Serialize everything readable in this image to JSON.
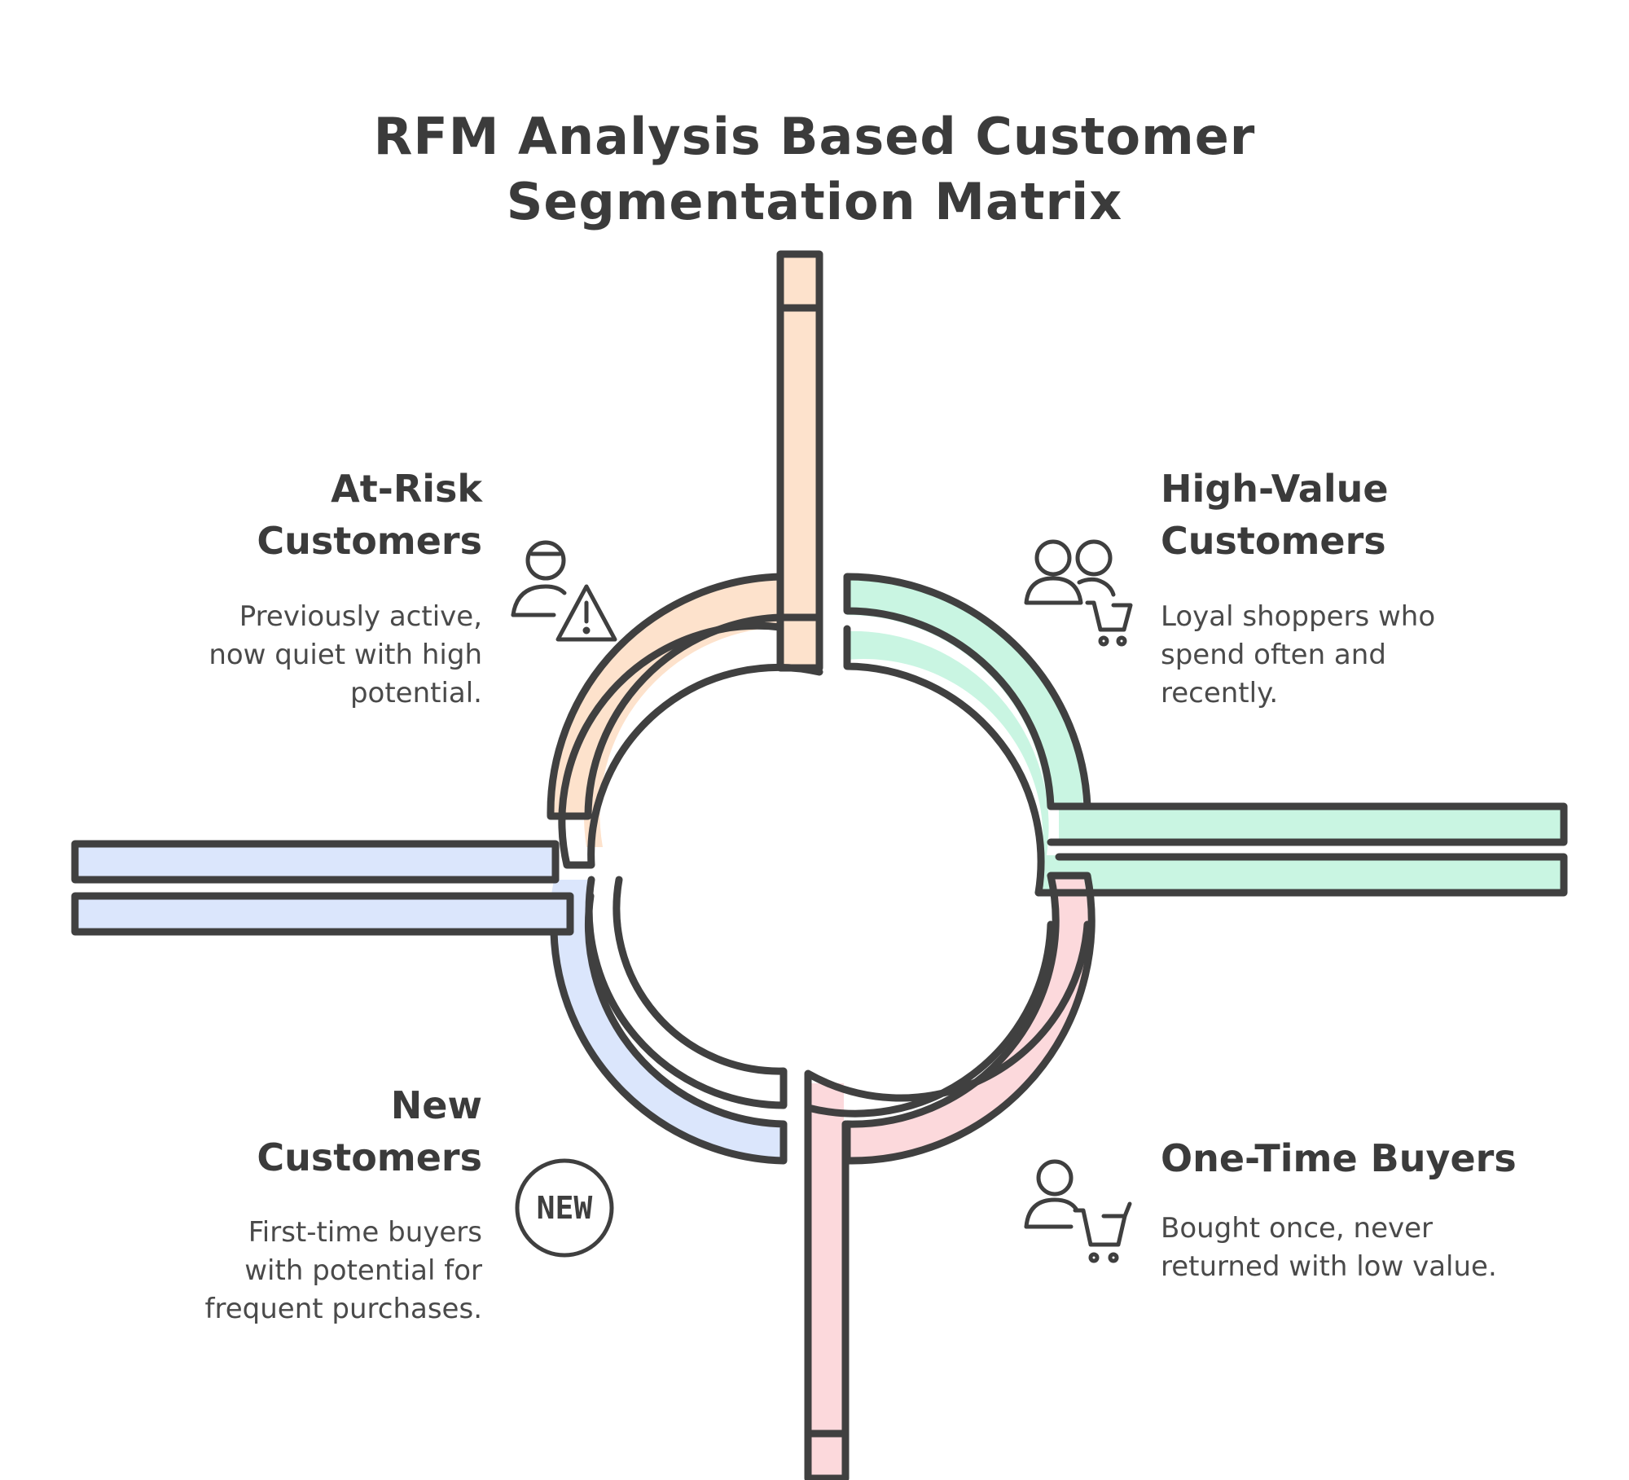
{
  "title": {
    "line1": "RFM Analysis Based Customer",
    "line2": "Segmentation Matrix"
  },
  "segments": {
    "at_risk": {
      "title_line1": "At-Risk",
      "title_line2": "Customers",
      "desc_line1": "Previously active,",
      "desc_line2": "now quiet with high",
      "desc_line3": "potential.",
      "icon": "person-warning-icon",
      "color": "#fde2cc"
    },
    "high_value": {
      "title_line1": "High-Value",
      "title_line2": "Customers",
      "desc_line1": "Loyal shoppers who",
      "desc_line2": "spend often and",
      "desc_line3": "recently.",
      "icon": "people-cart-icon",
      "color": "#c9f5e2"
    },
    "new": {
      "title_line1": "New",
      "title_line2": "Customers",
      "desc_line1": "First-time buyers",
      "desc_line2": "with potential for",
      "desc_line3": "frequent purchases.",
      "icon": "new-badge-icon",
      "icon_text": "NEW",
      "color": "#dbe6fc"
    },
    "one_time": {
      "title": "One-Time Buyers",
      "desc_line1": "Bought once, never",
      "desc_line2": "returned with low value.",
      "icon": "person-cart-icon",
      "color": "#fcd9dc"
    }
  },
  "outline_color": "#404040"
}
